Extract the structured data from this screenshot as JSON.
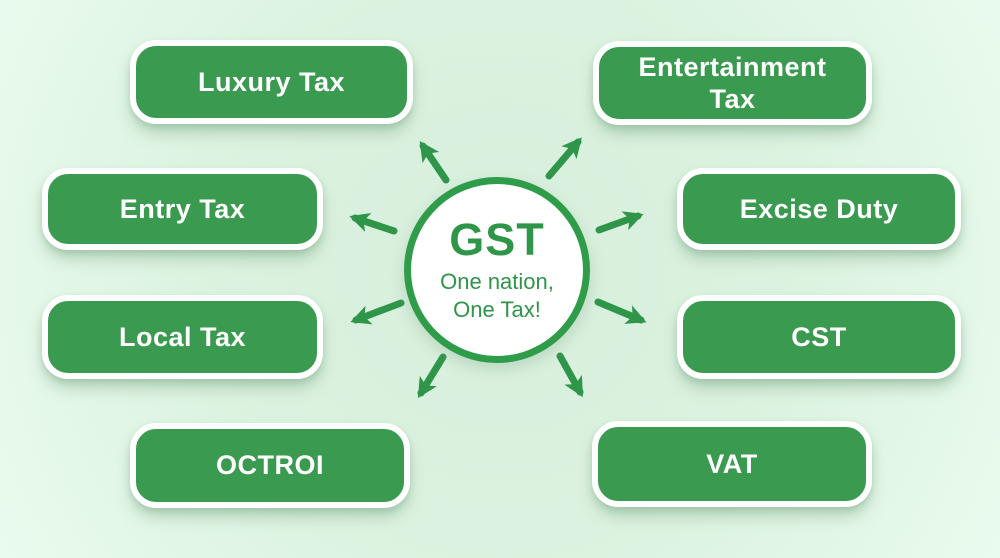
{
  "diagram": {
    "center": {
      "title": "GST",
      "subtitle_line1": "One nation,",
      "subtitle_line2": "One Tax!"
    },
    "boxes": [
      {
        "id": "luxury-tax",
        "label": "Luxury Tax"
      },
      {
        "id": "entertainment-tax",
        "label": "Entertainment Tax"
      },
      {
        "id": "entry-tax",
        "label": "Entry Tax"
      },
      {
        "id": "excise-duty",
        "label": "Excise Duty"
      },
      {
        "id": "local-tax",
        "label": "Local Tax"
      },
      {
        "id": "cst",
        "label": "CST"
      },
      {
        "id": "octroi",
        "label": "OCTROI"
      },
      {
        "id": "vat",
        "label": "VAT"
      }
    ],
    "colors": {
      "background": "#ddf3e1",
      "box_green": "#3a9a50",
      "deep_green": "#2f9649",
      "text_white": "#ffffff"
    }
  }
}
